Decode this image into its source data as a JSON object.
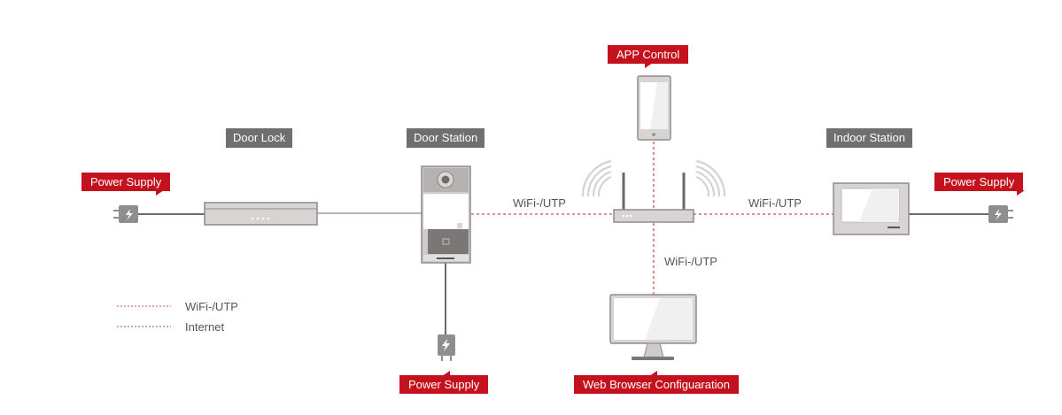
{
  "labels": {
    "door_lock": "Door Lock",
    "door_station": "Door Station",
    "indoor_station": "Indoor Station",
    "app_control": "APP Control",
    "power_supply_left": "Power Supply",
    "power_supply_bottom": "Power Supply",
    "power_supply_right": "Power Supply",
    "web_browser": "Web Browser Configuaration"
  },
  "connections": {
    "wifi_utp_left": "WiFi-/UTP",
    "wifi_utp_right": "WiFi-/UTP",
    "wifi_utp_down": "WiFi-/UTP"
  },
  "legend": {
    "wifi_utp": "WiFi-/UTP",
    "internet": "Internet"
  },
  "colors": {
    "accent_red": "#c5111d",
    "label_gray": "#6f6f6f",
    "device_gray": "#d6d3d3",
    "wifi_line": "#d0524f",
    "internet_line": "#666666"
  },
  "icons": {
    "power": "lightning-plug-icon",
    "wifi": "wifi-waves-icon",
    "nfc": "card-reader-icon"
  }
}
